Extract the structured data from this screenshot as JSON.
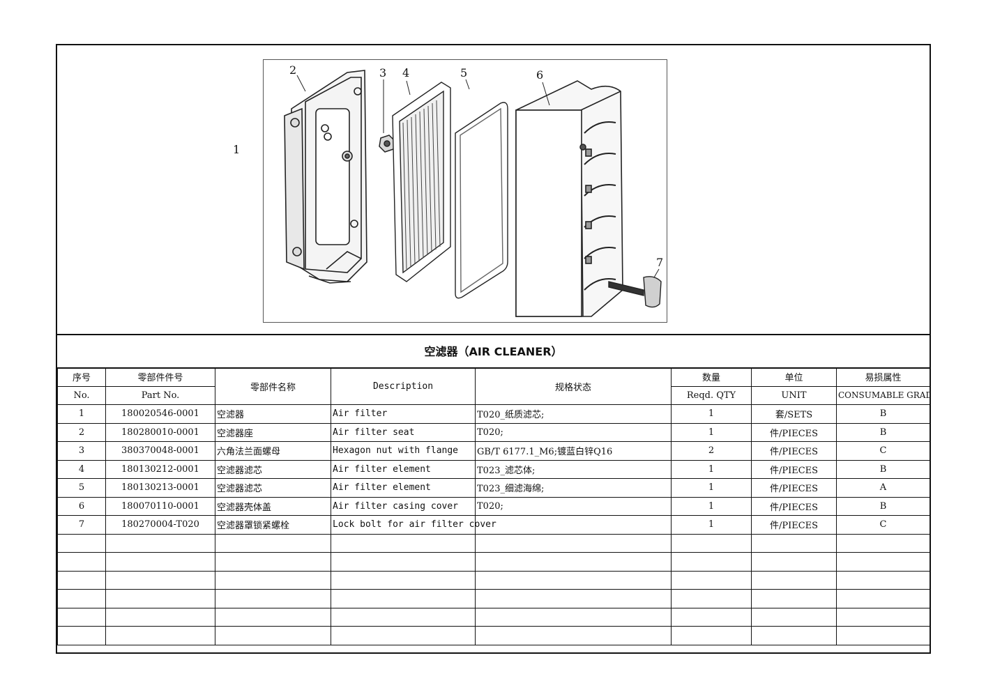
{
  "diagram": {
    "callouts": [
      "1",
      "2",
      "3",
      "4",
      "5",
      "6",
      "7"
    ]
  },
  "title": "空滤器（AIR CLEANER）",
  "headers": {
    "no_cn": "序号",
    "no_en": "No.",
    "part_cn": "零部件件号",
    "part_en": "Part No.",
    "name_cn": "零部件名称",
    "desc": "Description",
    "spec_cn": "规格状态",
    "qty_cn": "数量",
    "qty_en": "Reqd. QTY",
    "unit_cn": "单位",
    "unit_en": "UNIT",
    "grade_cn": "易损属性",
    "grade_en": "CONSUMABLE GRADE"
  },
  "rows": [
    {
      "no": "1",
      "part": "180020546-0001",
      "name": "空滤器",
      "desc": "Air filter",
      "spec": "T020_纸质滤芯;",
      "qty": "1",
      "unit": "套/SETS",
      "grade": "B"
    },
    {
      "no": "2",
      "part": "180280010-0001",
      "name": "空滤器座",
      "desc": "Air filter seat",
      "spec": "T020;",
      "qty": "1",
      "unit": "件/PIECES",
      "grade": "B"
    },
    {
      "no": "3",
      "part": "380370048-0001",
      "name": "六角法兰面螺母",
      "desc": "Hexagon nut with flange",
      "spec": "GB/T 6177.1_M6;镀蓝白锌Q16",
      "qty": "2",
      "unit": "件/PIECES",
      "grade": "C"
    },
    {
      "no": "4",
      "part": "180130212-0001",
      "name": "空滤器滤芯",
      "desc": "Air filter element",
      "spec": "T023_滤芯体;",
      "qty": "1",
      "unit": "件/PIECES",
      "grade": "B"
    },
    {
      "no": "5",
      "part": "180130213-0001",
      "name": "空滤器滤芯",
      "desc": "Air filter element",
      "spec": "T023_细滤海绵;",
      "qty": "1",
      "unit": "件/PIECES",
      "grade": "A"
    },
    {
      "no": "6",
      "part": "180070110-0001",
      "name": "空滤器壳体盖",
      "desc": "Air filter casing cover",
      "spec": "T020;",
      "qty": "1",
      "unit": "件/PIECES",
      "grade": "B"
    },
    {
      "no": "7",
      "part": "180270004-T020",
      "name": "空滤器罩锁紧螺栓",
      "desc": "Lock bolt for air filter cover",
      "spec": "",
      "qty": "1",
      "unit": "件/PIECES",
      "grade": "C"
    }
  ]
}
